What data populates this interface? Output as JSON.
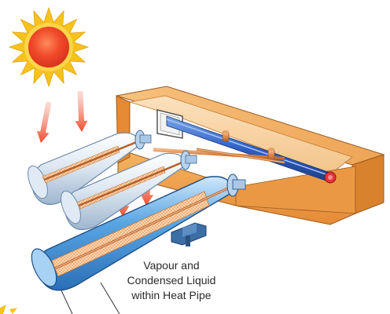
{
  "annotation": {
    "lines": [
      "Vapour and",
      "Condensed Liquid",
      "within Heat Pipe"
    ]
  },
  "colors": {
    "sun_core": "#f04a2a",
    "sun_rays": "#f7c21c",
    "radiation_arrows": "#ee4b2b",
    "manifold_housing": "#f3a24c",
    "header_pipe": "#3a6fd1",
    "heat_pipe": "#e07a3c",
    "tube_glass": "#dbe7f2",
    "tube_glass_front": "#6ab0e6",
    "bracket": "#3b6ea5"
  },
  "icons": {
    "sun": "sun-icon",
    "arrow": "radiation-arrow-icon"
  }
}
